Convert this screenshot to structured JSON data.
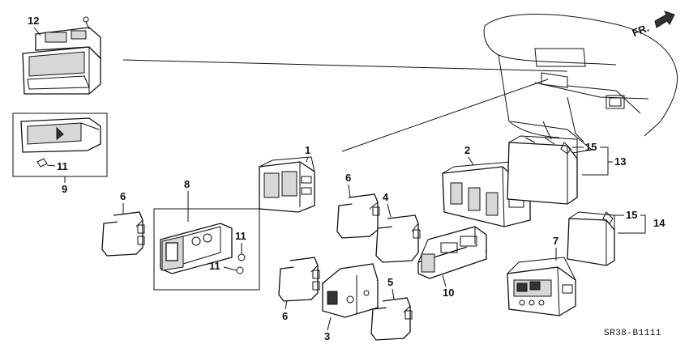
{
  "diagram_code": "SR38-B1111",
  "direction_label": "FR.",
  "callouts": {
    "c1": "1",
    "c2": "2",
    "c3": "3",
    "c4": "4",
    "c5": "5",
    "c6a": "6",
    "c6b": "6",
    "c6c": "6",
    "c7": "7",
    "c8": "8",
    "c9": "9",
    "c10": "10",
    "c11a": "11",
    "c11b": "11",
    "c11c": "11",
    "c12": "12",
    "c13": "13",
    "c14": "14",
    "c15a": "15",
    "c15b": "15"
  }
}
